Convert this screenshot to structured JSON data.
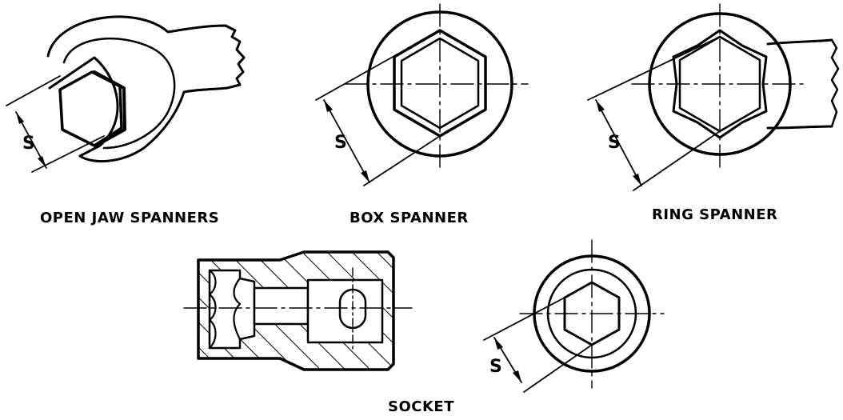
{
  "captions": {
    "open_jaw": "OPEN JAW SPANNERS",
    "box": "BOX SPANNER",
    "ring": "RING SPANNER",
    "socket": "SOCKET"
  },
  "dimension_label": "S",
  "colors": {
    "ink": "#000000",
    "paper": "#ffffff"
  }
}
